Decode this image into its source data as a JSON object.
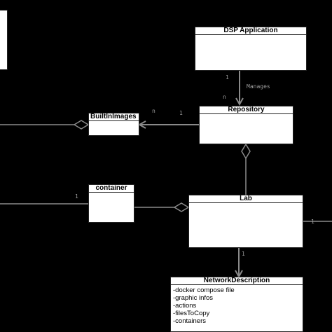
{
  "classes": {
    "dsp": {
      "name": "DSP Application",
      "attributes": []
    },
    "repo": {
      "name": "Repository",
      "attributes": []
    },
    "builtin": {
      "name": "BuiltInImages",
      "attributes": []
    },
    "container": {
      "name": "container",
      "attributes": []
    },
    "lab": {
      "name": "Lab",
      "attributes": []
    },
    "netdesc": {
      "name": "NetworkDescription",
      "attributes": [
        "-docker compose file",
        "-graphic infos",
        "-actions",
        "-filesToCopy",
        "-containers"
      ]
    }
  },
  "relations": {
    "manages": {
      "label": "Manages",
      "mult_top": "1",
      "mult_bottom": "n"
    },
    "builtin_repo": {
      "mult_a": "n",
      "mult_b": "1"
    },
    "lab_net": {
      "mult": "1"
    },
    "container_left": {
      "mult": "1"
    },
    "right_edge": {
      "mult": "1"
    }
  },
  "colors": {
    "background": "#000000",
    "box_fill": "#ffffff",
    "line": "#8a8a8a",
    "label": "#9a9a9a"
  }
}
